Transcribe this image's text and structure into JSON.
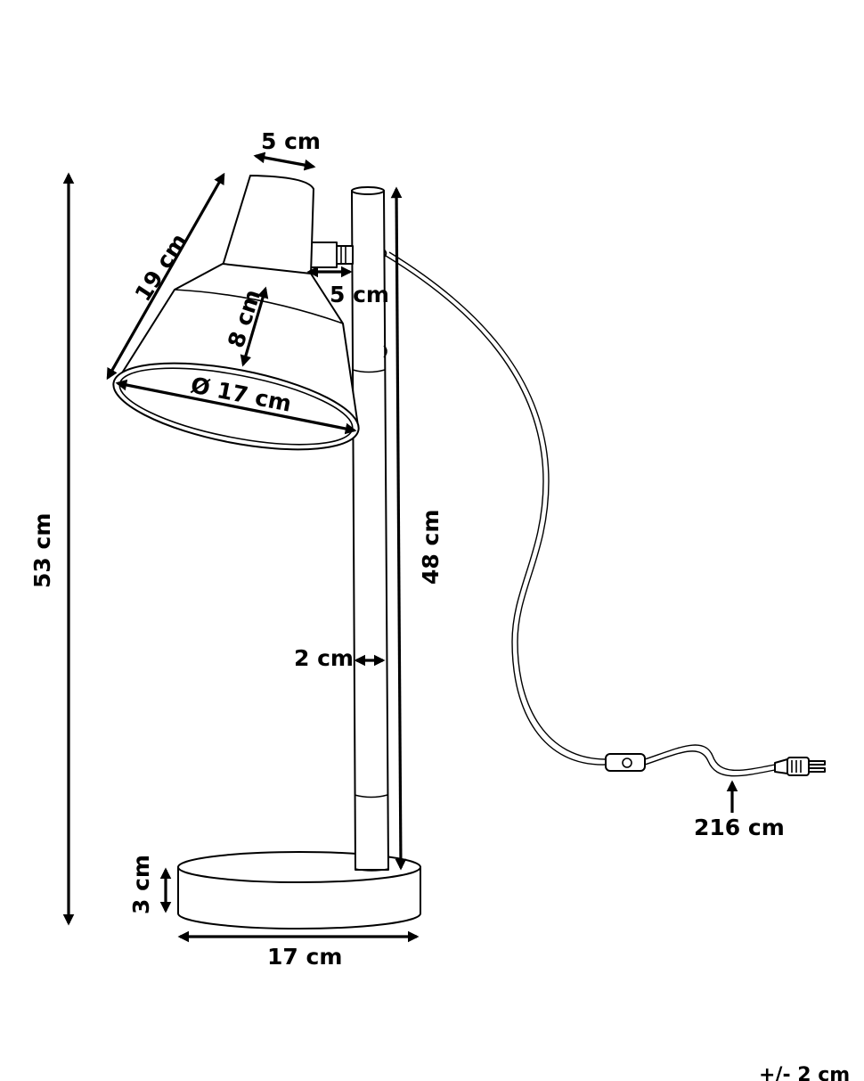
{
  "dimensions": {
    "shade_top_width": "5 cm",
    "shade_length": "19 cm",
    "arm_length": "5 cm",
    "shade_depth": "8 cm",
    "shade_diameter": "Ø 17 cm",
    "total_height": "53 cm",
    "pole_height": "48 cm",
    "pole_width": "2 cm",
    "cable_length": "216 cm",
    "base_height": "3 cm",
    "base_width": "17 cm"
  },
  "tolerance": "+/- 2 cm",
  "colors": {
    "line": "#000000",
    "background": "#ffffff"
  }
}
